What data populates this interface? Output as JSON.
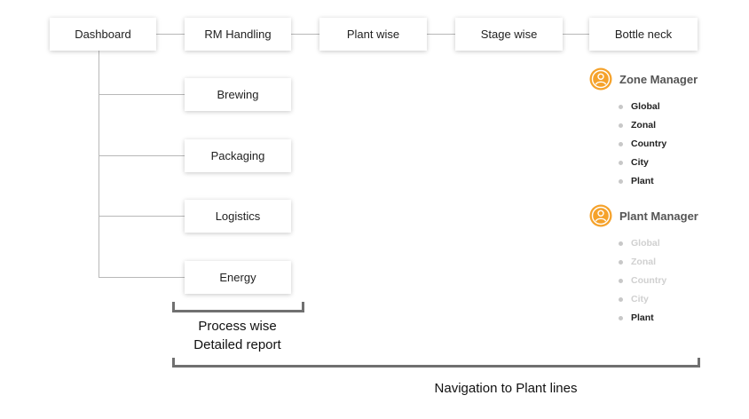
{
  "nav": {
    "dashboard": "Dashboard",
    "rm_handling": "RM Handling",
    "plant_wise": "Plant wise",
    "stage_wise": "Stage wise",
    "bottle_neck": "Bottle neck"
  },
  "processes": [
    "Brewing",
    "Packaging",
    "Logistics",
    "Energy"
  ],
  "zone_manager": {
    "title": "Zone Manager",
    "levels": [
      {
        "label": "Global",
        "enabled": true
      },
      {
        "label": "Zonal",
        "enabled": true
      },
      {
        "label": "Country",
        "enabled": true
      },
      {
        "label": "City",
        "enabled": true
      },
      {
        "label": "Plant",
        "enabled": true
      }
    ]
  },
  "plant_manager": {
    "title": "Plant Manager",
    "levels": [
      {
        "label": "Global",
        "enabled": false
      },
      {
        "label": "Zonal",
        "enabled": false
      },
      {
        "label": "Country",
        "enabled": false
      },
      {
        "label": "City",
        "enabled": false
      },
      {
        "label": "Plant",
        "enabled": true
      }
    ]
  },
  "captions": {
    "process_line1": "Process wise",
    "process_line2": "Detailed report",
    "navigation": "Navigation to Plant lines"
  },
  "colors": {
    "avatar": "#F5A22B",
    "connector": "#B8B8B8",
    "bracket": "#707070"
  }
}
